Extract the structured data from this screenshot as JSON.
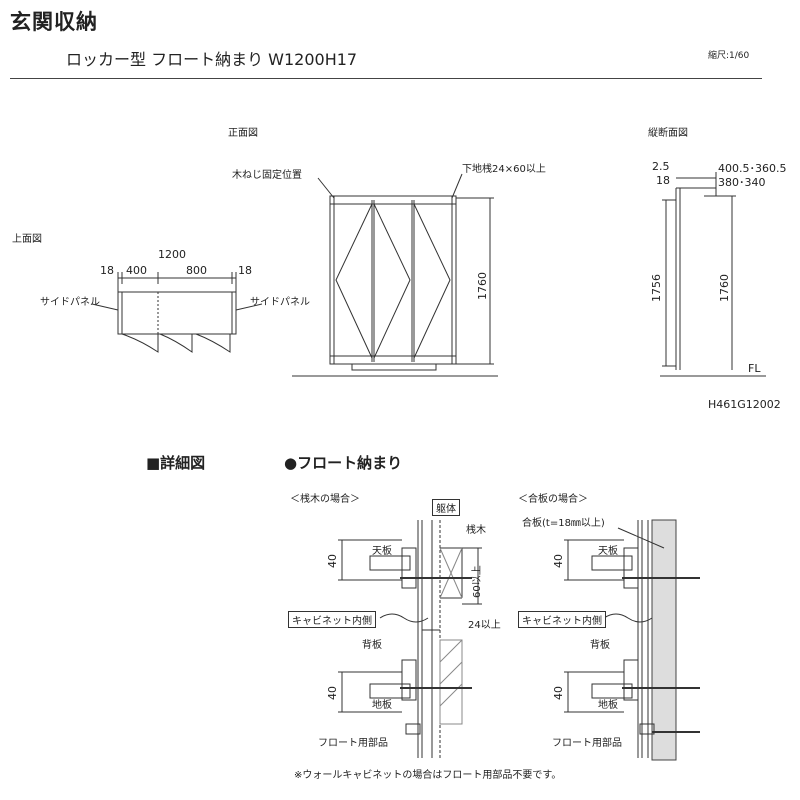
{
  "header": {
    "title": "玄関収納",
    "subtitle": "ロッカー型 フロート納まり W1200H17",
    "scale": "縮尺:1/60",
    "code": "H461G12002"
  },
  "top_view": {
    "label": "上面図",
    "width_total": "1200",
    "dim_side_left": "18",
    "dim_left": "400",
    "dim_right": "800",
    "dim_side_right": "18",
    "side_panel_left": "サイドパネル",
    "side_panel_right": "サイドパネル"
  },
  "front_view": {
    "label": "正面図",
    "screw_position": "木ねじ固定位置",
    "base_member": "下地桟24×60以上",
    "height": "1760"
  },
  "section_view": {
    "label": "縦断面図",
    "dim_top_left": "2.5",
    "dim_top_right": "400.5･360.5",
    "dim_mid_left": "18",
    "dim_mid_right": "380･340",
    "height_inner": "1756",
    "height_outer": "1760",
    "floor": "FL"
  },
  "detail": {
    "section_title": "■詳細図",
    "float_title": "●フロート納まり",
    "case1": {
      "title": "＜桟木の場合＞",
      "body": "躯体",
      "batten": "桟木",
      "top_board": "天板",
      "dim_40_top": "40",
      "dim_60": "60以上",
      "cabinet_inner": "キャビネット内側",
      "back_board": "背板",
      "dim_24": "24以上",
      "dim_40_bottom": "40",
      "base_board": "地板",
      "float_part": "フロート用部品"
    },
    "case2": {
      "title": "＜合板の場合＞",
      "plywood": "合板(t=18㎜以上)",
      "top_board": "天板",
      "dim_40_top": "40",
      "cabinet_inner": "キャビネット内側",
      "back_board": "背板",
      "dim_40_bottom": "40",
      "base_board": "地板",
      "float_part": "フロート用部品"
    },
    "note": "※ウォールキャビネットの場合はフロート用部品不要です。"
  }
}
